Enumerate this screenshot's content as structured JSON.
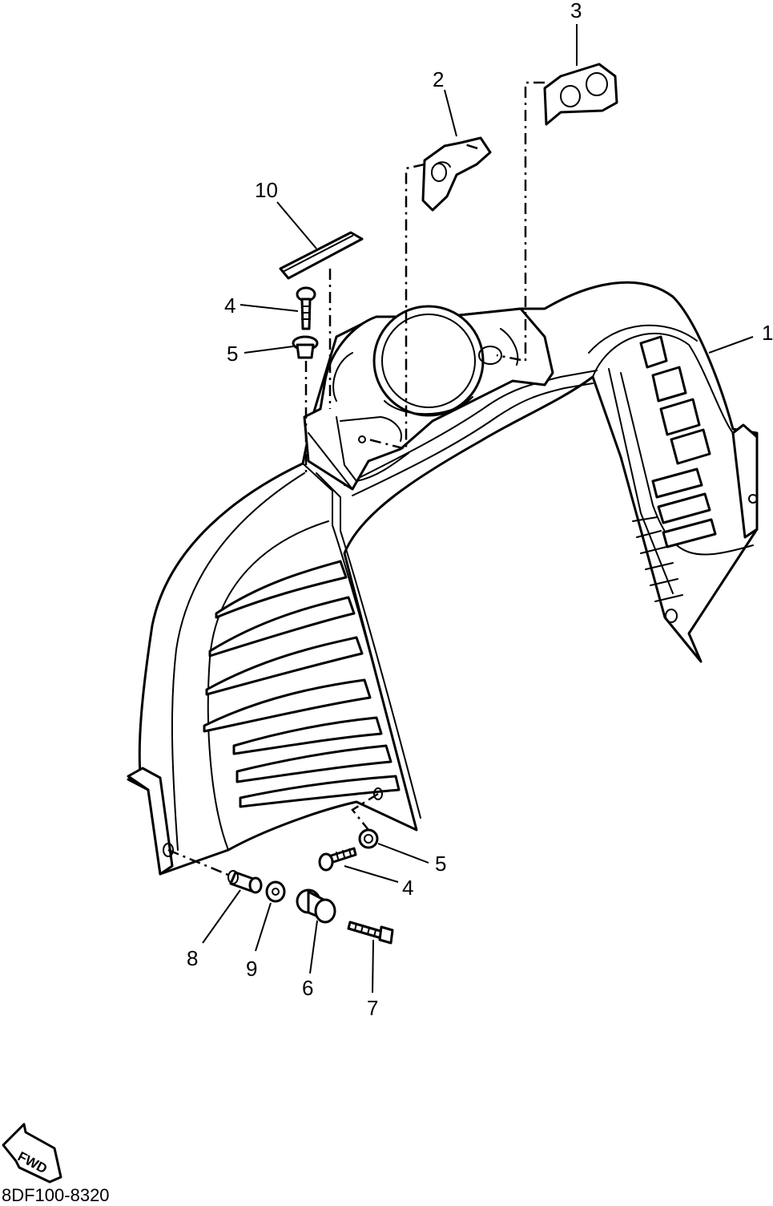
{
  "callouts": {
    "p1": "1",
    "p2": "2",
    "p3": "3",
    "p4_top": "4",
    "p4_bottom": "4",
    "p5_top": "5",
    "p5_bottom": "5",
    "p6": "6",
    "p7": "7",
    "p8": "8",
    "p9": "9",
    "p10": "10"
  },
  "fwd_label": "FWD",
  "diagram_code": "8DF100-8320"
}
